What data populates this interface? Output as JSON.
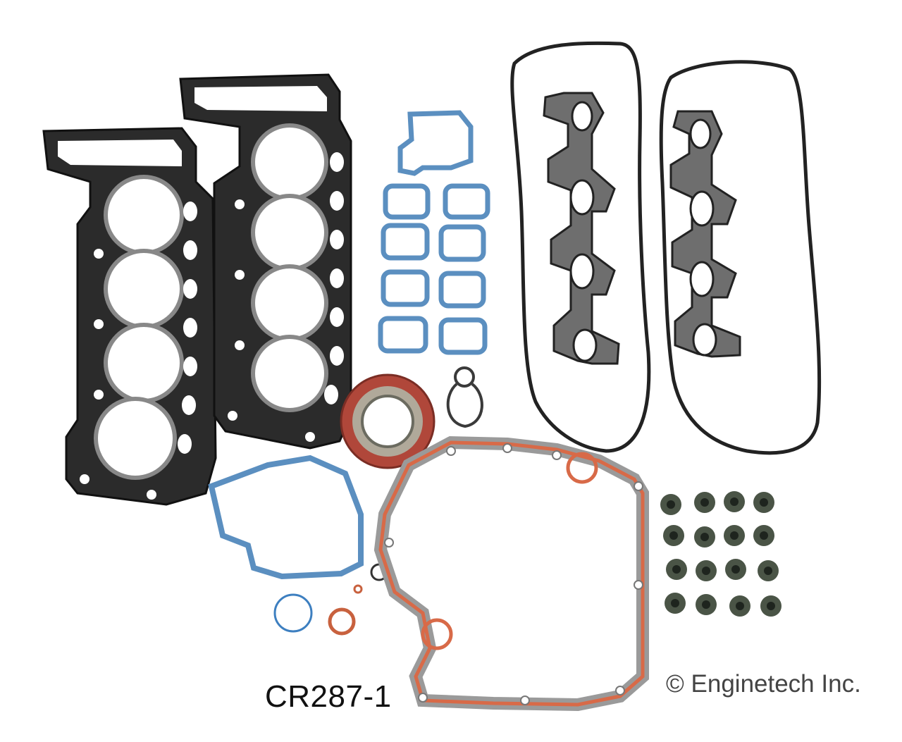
{
  "labels": {
    "part_number": "CR287-1",
    "copyright": "© Enginetech Inc."
  },
  "colors": {
    "background": "#ffffff",
    "head_gasket": "#1f1f1f",
    "blue_seal": "#5b8fc0",
    "red_seal": "#c8613e",
    "valve_seal": "#3e4a40",
    "metal_gray": "#8e8e8e"
  },
  "parts": {
    "cylinder_head_gaskets": 2,
    "valve_cover_gaskets": 2,
    "exhaust_manifold_gaskets": 2,
    "intake_port_gaskets": 8,
    "valve_stem_seals": 16
  }
}
